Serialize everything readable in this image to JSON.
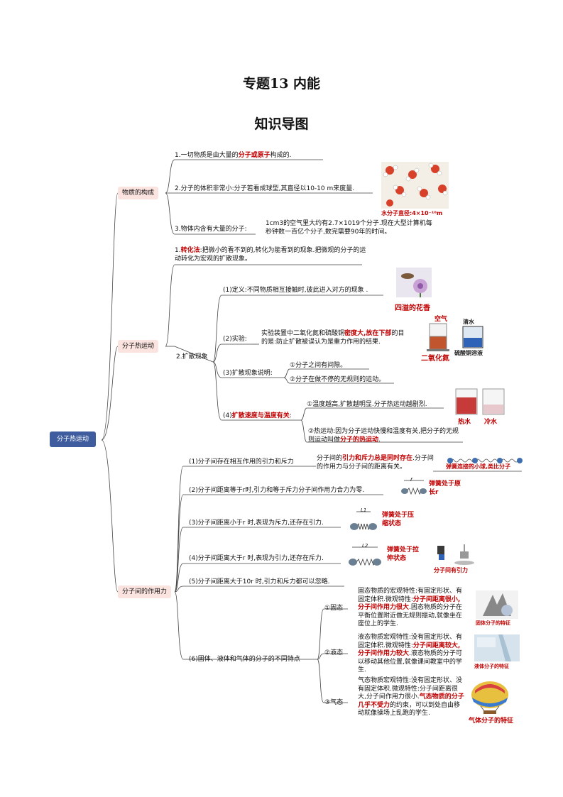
{
  "header": {
    "title": "专题13  内能",
    "subtitle": "知识导图"
  },
  "root": {
    "label": "分子热运动"
  },
  "branch1": {
    "label": "物质的构成",
    "item1_pre": "1.一切物质是由大量的",
    "item1_red": "分子或原子",
    "item1_post": "构成的.",
    "item2": "2.分子的体积非常小:分子若看成球型,其直径以10-10 m来度量.",
    "item3": "3.物体内含有大量的分子:",
    "item3_detail": "1cm3的空气里大约有2.7×1019个分子.现在大型计算机每秒钟数一百亿个分子,数完需要90年的时间。",
    "image_caption": "水分子直径:4×10⁻¹⁰m"
  },
  "branch2": {
    "label": "分子热运动",
    "item1_pre": "1.",
    "item1_red": "转化法",
    "item1_post": ":把微小的看不到的,转化为能看到的现象.把微观的分子的运动转化为宏观的扩散现象。",
    "item2": "2.扩散现象",
    "def": "(1)定义:不同物质相互接触时,彼此进入对方的现象 .",
    "def_caption": "四溢的花香",
    "exp": "(2)实验:",
    "exp_pre": "实验装置中二氧化氮和硫酸铜",
    "exp_red": "密度大,放在下部",
    "exp_post": "的目的是:防止扩散被误认为是重力作用的结果.",
    "exp_cap_air": "空气",
    "exp_cap_no2": "二氧化氮",
    "exp_cap_water": "清水",
    "exp_cap_cuso4": "硫酸铜溶液",
    "explain": "(3)扩散现象说明:",
    "explain_a": "①分子之间有间隙。",
    "explain_b": "②分子在做不停的无规则的运动。",
    "speed_pre": "(4)",
    "speed_red": "扩散速度与温度有关",
    "speed_post": ":",
    "speed_a": "①温度越高,扩散越明显.分子热运动越剧烈.",
    "speed_b_pre": "②热运动:因为分子运动快慢和温度有关,把分子的无规则运动叫做",
    "speed_b_red": "分子的热运动",
    "speed_b_post": ".",
    "cap_hot": "热水",
    "cap_cold": "冷水"
  },
  "branch3": {
    "label": "分子间的作用力",
    "f1": "(1)分子间存在相互作用的引力和斥力",
    "f1_pre": "分子间的",
    "f1_red": "引力和斥力总是同时存在",
    "f1_post": ".分子间的作用力与分子间的距离有关。",
    "f1_caption": "弹簧连接的小球,类比分子",
    "f2": "(2)分子间距离等于r时,引力和等于斥力分子间作用力合力为零.",
    "f2_caption": "弹簧处于原长r",
    "f2_r": "r",
    "f3": "(3)分子间距离小于r 时,表现为斥力,还存在引力.",
    "f3_caption": "弹簧处于压缩状态",
    "f3_l": "L1",
    "f4": "(4)分子间距离大于r 时,表现为引力,还存在斥力.",
    "f4_caption": "弹簧处于拉伸状态",
    "f4_l": "L2",
    "f4_caption2": "分子间有引力",
    "f5": "(5)分子间距离大于10r 时,引力和斥力都可以忽略.",
    "f6": "(6)固体、液体和气体的分子的不同特点",
    "solid": "①固态",
    "solid_pre": "固态物质的宏观特性:有固定形状、有固定体积.微观特性:",
    "solid_red": "分子间距离很小,分子间作用力很大",
    "solid_post": ".固态物质的分子在平衡位置附近做无规则振动,就像坐在座位上的学生.",
    "solid_caption": "固体分子的特征",
    "liquid": "②液态",
    "liquid_pre": "液态物质宏观特性:没有固定形状、有固定体积.微观特性:",
    "liquid_red": "分子间距离较大,分子间作用力较大",
    "liquid_post": ".液态物质的分子可以移动其他位置,就像课间教室中的学生.",
    "liquid_caption": "液体分子的特征",
    "gas": "③气态",
    "gas_pre": "气态物质宏观特性:没有固定形状、没有固定体积.微观特性:分子间距离很大,分子间作用力很小.",
    "gas_red": "气态物质的分子几乎不受力",
    "gas_post": "的约束，可以到处自由移动就像操场上乱跑的学生.",
    "gas_caption": "气体分子的特征"
  }
}
